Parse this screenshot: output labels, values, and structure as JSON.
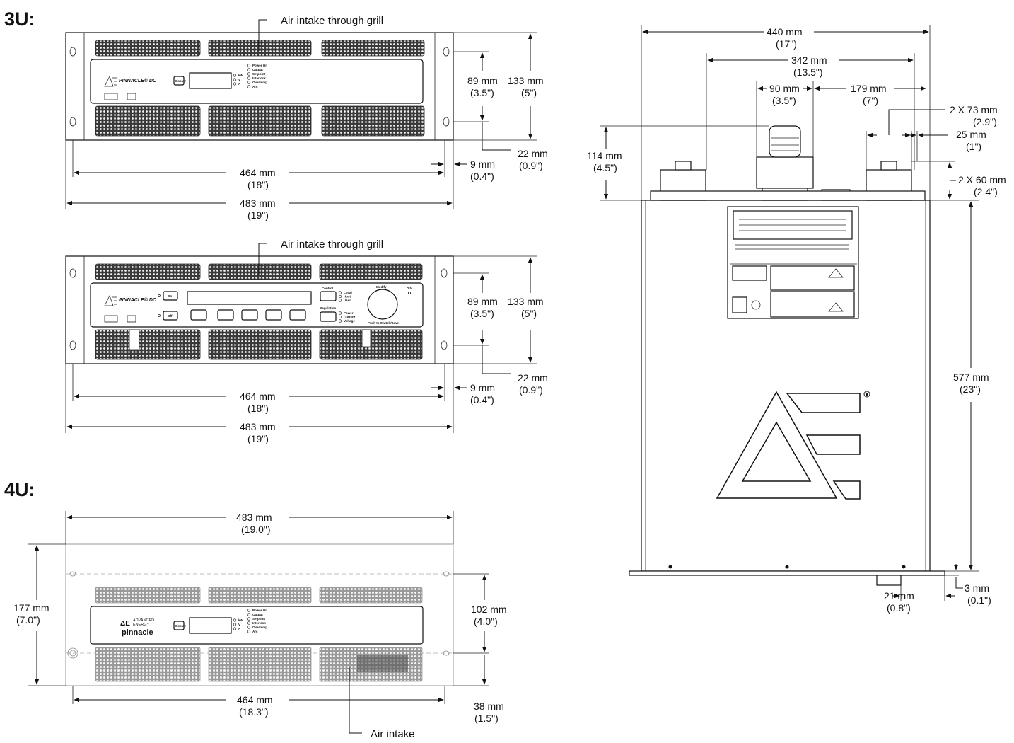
{
  "sections": {
    "u3": "3U:",
    "u4": "4U:"
  },
  "callouts": {
    "air_grill_top": "Air intake through grill",
    "air_grill_mid": "Air intake through grill",
    "air_intake": "Air intake"
  },
  "u3a": {
    "h_inner_mm": "89 mm",
    "h_inner_in": "(3.5\")",
    "h_total_mm": "133 mm",
    "h_total_in": "(5\")",
    "offset_mm": "22 mm",
    "offset_in": "(0.9\")",
    "edge_mm": "9 mm",
    "edge_in": "(0.4\")",
    "w_inner_mm": "464 mm",
    "w_inner_in": "(18\")",
    "w_total_mm": "483 mm",
    "w_total_in": "(19\")",
    "brand": "PINNACLE® DC",
    "display_btn": "Display",
    "leds": [
      "Power On",
      "Output",
      "Setpoint",
      "Interlock",
      "Overtemp",
      "Arc"
    ],
    "units": [
      "kW",
      "V",
      "A"
    ]
  },
  "u3b": {
    "h_inner_mm": "89 mm",
    "h_inner_in": "(3.5\")",
    "h_total_mm": "133 mm",
    "h_total_in": "(5\")",
    "offset_mm": "22 mm",
    "offset_in": "(0.9\")",
    "edge_mm": "9 mm",
    "edge_in": "(0.4\")",
    "w_inner_mm": "464 mm",
    "w_inner_in": "(18\")",
    "w_total_mm": "483 mm",
    "w_total_in": "(19\")",
    "brand": "PINNACLE® DC",
    "on_label": "On",
    "off_label": "Off",
    "control_label": "Control",
    "control_opts": [
      "Local",
      "Host",
      "User"
    ],
    "regulation_label": "Regulation",
    "regulation_opts": [
      "Power",
      "Current",
      "Voltage"
    ],
    "knob_top": "Modify",
    "knob_bottom": "Push to Switch/Save",
    "arc_label": "Arc"
  },
  "u4": {
    "w_total_mm": "483 mm",
    "w_total_in": "(19.0\")",
    "h_total_mm": "177 mm",
    "h_total_in": "(7.0\")",
    "h_inner_mm": "102 mm",
    "h_inner_in": "(4.0\")",
    "h_bottom_mm": "38 mm",
    "h_bottom_in": "(1.5\")",
    "w_inner_mm": "464 mm",
    "w_inner_in": "(18.3\")",
    "logo_line1": "ADVANCED",
    "logo_line2": "ENERGY",
    "logo_brand": "pinnacle",
    "display_btn": "Display"
  },
  "top": {
    "w440_mm": "440 mm",
    "w440_in": "(17\")",
    "w342_mm": "342 mm",
    "w342_in": "(13.5\")",
    "w90_mm": "90 mm",
    "w90_in": "(3.5\")",
    "w179_mm": "179 mm",
    "w179_in": "(7\")",
    "h114_mm": "114 mm",
    "h114_in": "(4.5\")",
    "d73_mm": "2 X 73 mm",
    "d73_in": "(2.9\")",
    "d25_mm": "25 mm",
    "d25_in": "(1\")",
    "d60_mm": "2 X 60 mm",
    "d60_in": "(2.4\")",
    "d577_mm": "577 mm",
    "d577_in": "(23\")",
    "d21_mm": "21 mm",
    "d21_in": "(0.8\")",
    "d3_mm": "3 mm",
    "d3_in": "(0.1\")"
  }
}
